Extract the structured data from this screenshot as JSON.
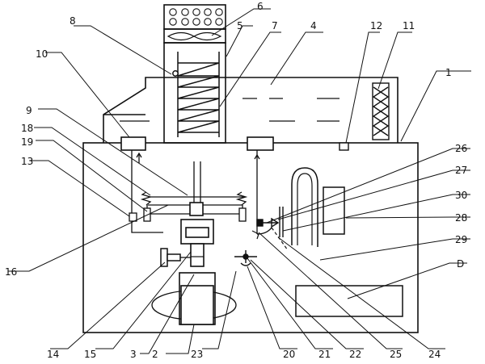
{
  "diagram": {
    "labels": [
      "1",
      "2",
      "3",
      "4",
      "5",
      "6",
      "7",
      "8",
      "9",
      "10",
      "11",
      "12",
      "13",
      "14",
      "15",
      "16",
      "18",
      "19",
      "20",
      "21",
      "22",
      "23",
      "24",
      "25",
      "26",
      "27",
      "28",
      "29",
      "30",
      "D"
    ]
  }
}
